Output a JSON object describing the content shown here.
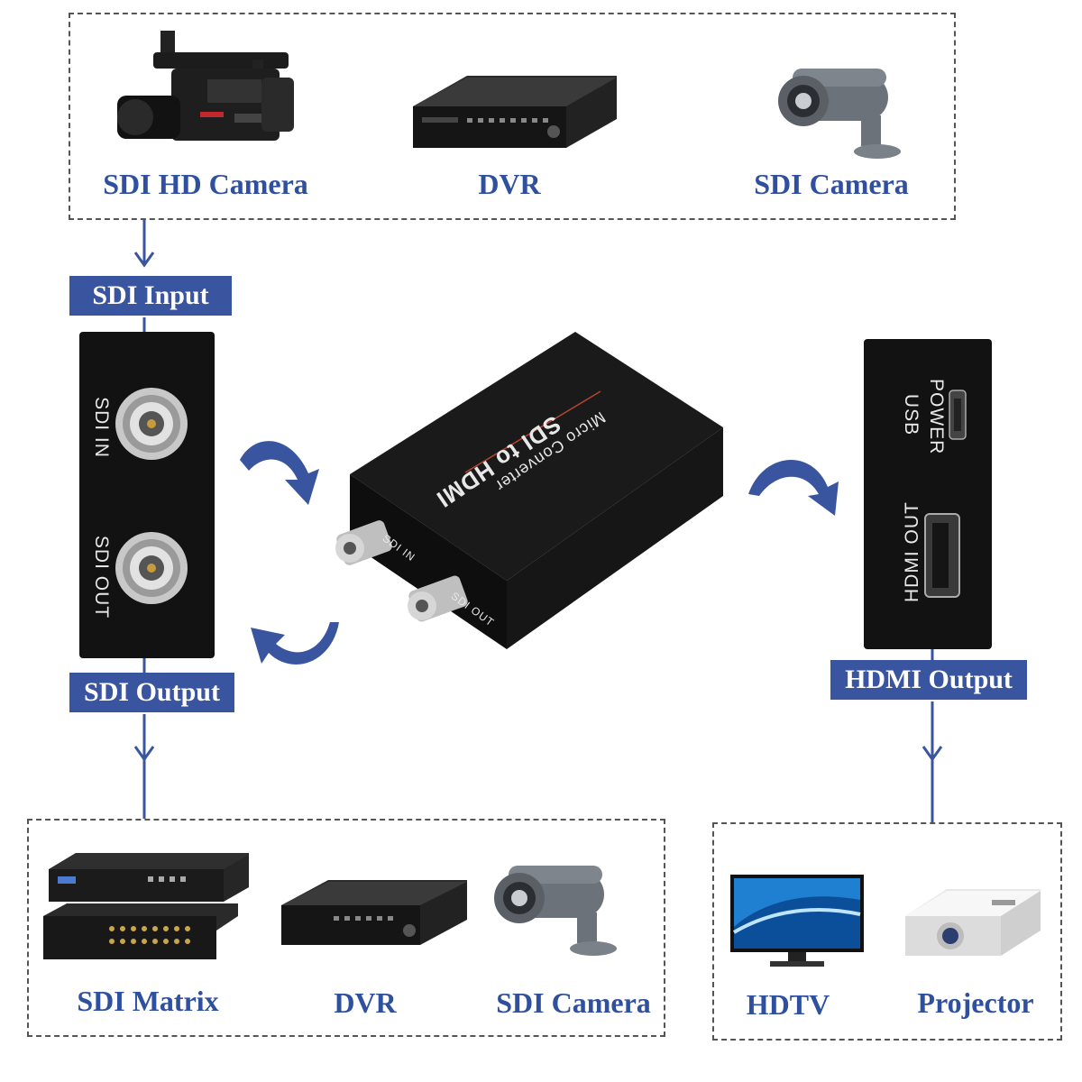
{
  "sources": {
    "sdi_hd_camera": "SDI HD Camera",
    "dvr": "DVR",
    "sdi_camera": "SDI Camera"
  },
  "tags": {
    "sdi_input": "SDI Input",
    "sdi_output": "SDI Output",
    "hdmi_output": "HDMI Output"
  },
  "side_panel": {
    "sdi_in": "SDI IN",
    "sdi_out": "SDI OUT"
  },
  "converter": {
    "line1": "Micro Converter",
    "line2": "SDI to HDMI",
    "port1": "SDI IN",
    "port2": "SDI OUT"
  },
  "hdmi_panel": {
    "usb_line1": "USB",
    "usb_line2": "POWER",
    "hdmi_out": "HDMI OUT"
  },
  "sdi_targets": {
    "matrix": "SDI Matrix",
    "dvr": "DVR",
    "camera": "SDI Camera"
  },
  "hdmi_targets": {
    "hdtv": "HDTV",
    "projector": "Projector"
  },
  "colors": {
    "accent": "#3a55a0",
    "caption": "#2f4f9f",
    "device": "#141414"
  }
}
